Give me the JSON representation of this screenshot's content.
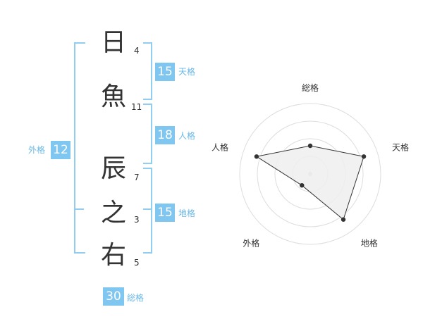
{
  "name": {
    "chars": [
      "日",
      "魚",
      "辰",
      "之",
      "右"
    ],
    "strokes": [
      "4",
      "11",
      "7",
      "3",
      "5"
    ]
  },
  "kakusu": {
    "tenkaku": {
      "value": "15",
      "label": "天格"
    },
    "jinkaku": {
      "value": "18",
      "label": "人格"
    },
    "chikaku": {
      "value": "15",
      "label": "地格"
    },
    "gaikaku": {
      "value": "12",
      "label": "外格"
    },
    "soukaku": {
      "value": "30",
      "label": "総格"
    }
  },
  "chart_data": {
    "type": "radar",
    "axes": [
      "総格",
      "天格",
      "地格",
      "外格",
      "人格"
    ],
    "levels": 4,
    "values": [
      2,
      4,
      4,
      1,
      4
    ],
    "max": 5,
    "colors": {
      "fill": "#efefef",
      "line": "#333333",
      "grid": "#dddddd",
      "accent": "#7fc6f0"
    }
  }
}
